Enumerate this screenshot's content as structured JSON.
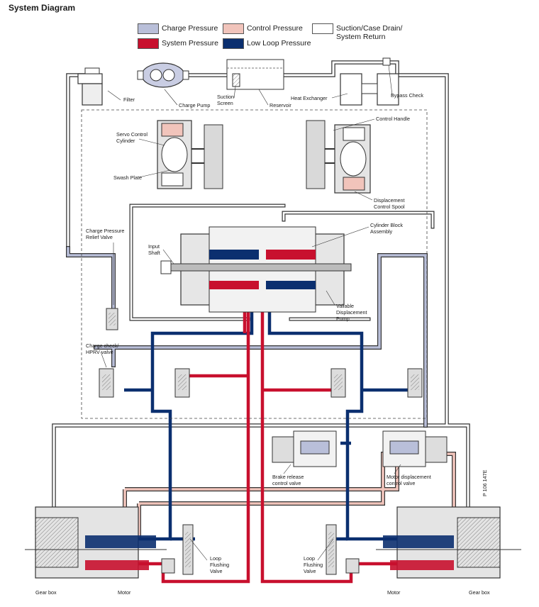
{
  "title": "System Diagram",
  "legend": [
    {
      "label": "Charge Pressure",
      "color": "#b9bfd9"
    },
    {
      "label": "Control Pressure",
      "color": "#f1c4bb"
    },
    {
      "label": "Suction/Case Drain/\nSystem Return",
      "color": "#ffffff"
    },
    {
      "label": "System Pressure",
      "color": "#c8102e"
    },
    {
      "label": "Low Loop Pressure",
      "color": "#0b2f6f"
    }
  ],
  "components": {
    "filter": "Filter",
    "charge_pump": "Charge Pump",
    "suction_screen": "Suction\nScreen",
    "reservoir": "Reservoir",
    "heat_exchanger": "Heat Exchanger",
    "bypass_check": "Bypass Check",
    "servo_cylinder": "Servo Control\nCylinder",
    "swash_plate": "Swash Plate",
    "control_handle": "Control Handle",
    "displacement_spool": "Displacement\nControl Spool",
    "relief_valve": "Charge Pressure\nRelief Valve",
    "input_shaft": "Input\nShaft",
    "cylinder_block": "Cylinder Block\nAssembly",
    "pump": "Valiable\nDisplacement\nPump",
    "charge_check": "Charge check/\nHPRV valve",
    "brake_valve": "Brake release\ncontrol valve",
    "motor_disp_valve": "Motor displacement\ncontrol valve",
    "loop_flushing_left": "Loop\nFlushing\nValve",
    "loop_flushing_right": "Loop\nFlushing\nValve",
    "gearbox_left": "Gear box",
    "motor_left": "Motor",
    "motor_right": "Motor",
    "gearbox_right": "Gear box"
  },
  "figure_code": "P 106 147E",
  "colors": {
    "charge": "#b9bfd9",
    "control": "#f1c4bb",
    "system": "#c8102e",
    "lowloop": "#0b2f6f",
    "line": "#333333",
    "metal": "#d9d9d9"
  }
}
